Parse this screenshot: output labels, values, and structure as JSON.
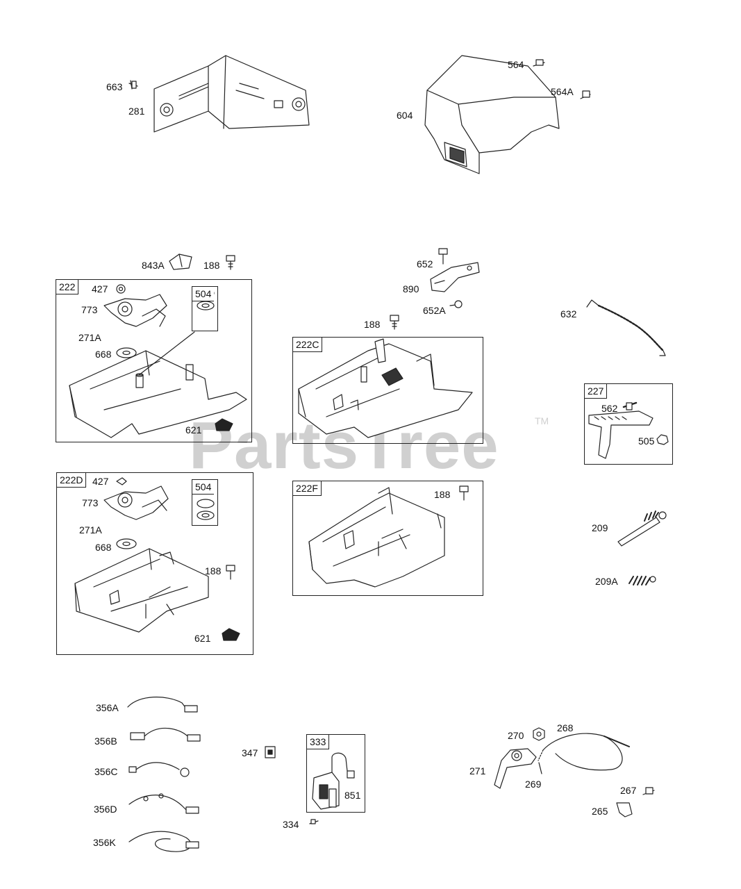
{
  "watermark": {
    "text": "PartsTree",
    "tm": "TM"
  },
  "labels": {
    "l663": "663",
    "l281": "281",
    "l564": "564",
    "l564A": "564A",
    "l604": "604",
    "l843A": "843A",
    "l188a": "188",
    "l652": "652",
    "l890": "890",
    "l652A": "652A",
    "l188b": "188",
    "l632": "632",
    "b222": {
      "tag": "222",
      "l427": "427",
      "l773": "773",
      "l271A": "271A",
      "l668": "668",
      "l621": "621",
      "l504": "504"
    },
    "b222C": {
      "tag": "222C"
    },
    "b227": {
      "tag": "227",
      "l562": "562",
      "l505": "505"
    },
    "b222D": {
      "tag": "222D",
      "l427": "427",
      "l773": "773",
      "l271A": "271A",
      "l668": "668",
      "l188": "188",
      "l621": "621",
      "l504": "504"
    },
    "b222F": {
      "tag": "222F",
      "l188": "188"
    },
    "l209": "209",
    "l209A": "209A",
    "l356A": "356A",
    "l356B": "356B",
    "l356C": "356C",
    "l356D": "356D",
    "l356K": "356K",
    "l347": "347",
    "b333": {
      "tag": "333",
      "l851": "851"
    },
    "l334": "334",
    "l270": "270",
    "l268": "268",
    "l271": "271",
    "l269": "269",
    "l267": "267",
    "l265": "265"
  }
}
